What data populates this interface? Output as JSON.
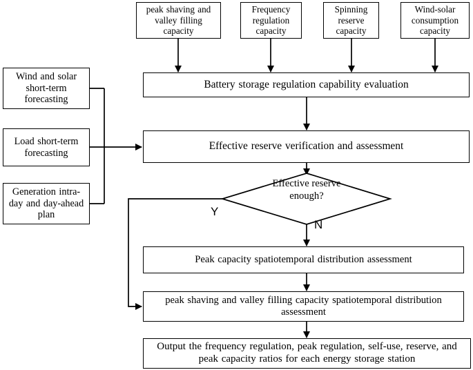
{
  "diagram": {
    "title": "Battery storage regulation capability evaluation flowchart",
    "type": "flowchart",
    "stroke_color": "#000000",
    "background_color": "#ffffff"
  },
  "top_inputs": [
    {
      "id": "peak-shaving-capacity",
      "label": "peak shaving and valley filling capacity"
    },
    {
      "id": "frequency-regulation-capacity",
      "label": "Frequency regulation capacity"
    },
    {
      "id": "spinning-reserve-capacity",
      "label": "Spinning reserve capacity"
    },
    {
      "id": "wind-solar-consumption-capacity",
      "label": "Wind-solar consumption capacity"
    }
  ],
  "left_inputs": [
    {
      "id": "wind-solar-forecasting",
      "label": "Wind and solar short-term forecasting"
    },
    {
      "id": "load-forecasting",
      "label": "Load short-term forecasting"
    },
    {
      "id": "generation-plan",
      "label": "Generation intra-day and day-ahead plan"
    }
  ],
  "process_nodes": [
    {
      "id": "battery-storage-evaluation",
      "label": "Battery storage regulation capability evaluation"
    },
    {
      "id": "effective-reserve-verification",
      "label": "Effective reserve verification and assessment"
    },
    {
      "id": "peak-capacity-distribution",
      "label": "Peak capacity spatiotemporal distribution assessment"
    },
    {
      "id": "peak-shaving-distribution",
      "label": "peak shaving and valley filling capacity spatiotemporal distribution assessment"
    }
  ],
  "decision": {
    "id": "effective-reserve-enough",
    "label": "Effective reserve enough?",
    "yes_label": "Y",
    "no_label": "N"
  },
  "output_node": {
    "id": "output-ratios",
    "label": "Output the frequency regulation, peak regulation, self-use, reserve, and peak capacity ratios for each energy storage station"
  }
}
